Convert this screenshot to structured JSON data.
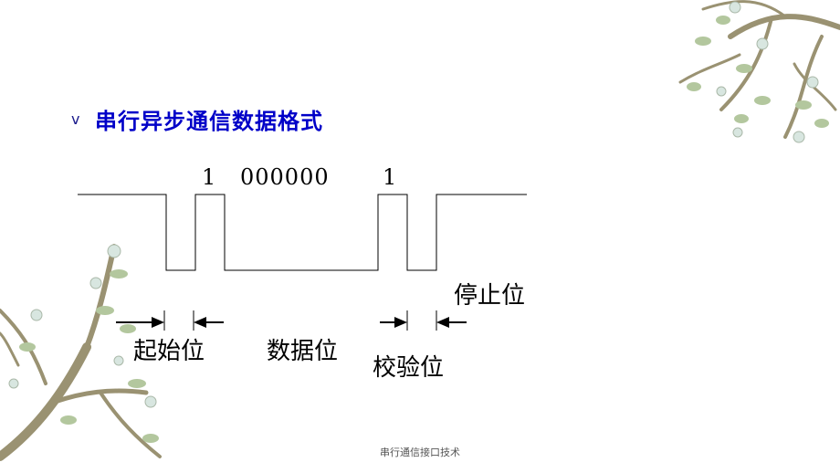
{
  "slide": {
    "bullet_icon": "v",
    "title": "串行异步通信数据格式",
    "bits_left": "1",
    "bits_middle": "000000",
    "bits_right": "1",
    "labels": {
      "stop_bit": "停止位",
      "start_bit": "起始位",
      "data_bits": "数据位",
      "parity_bit": "校验位"
    },
    "footer": "串行通信接口技术"
  },
  "decor": {
    "branch_color": "#9a9272",
    "leaf_color": "#b3c79e",
    "flower_color": "#d8e6e0",
    "text_color": "#0000c8"
  }
}
